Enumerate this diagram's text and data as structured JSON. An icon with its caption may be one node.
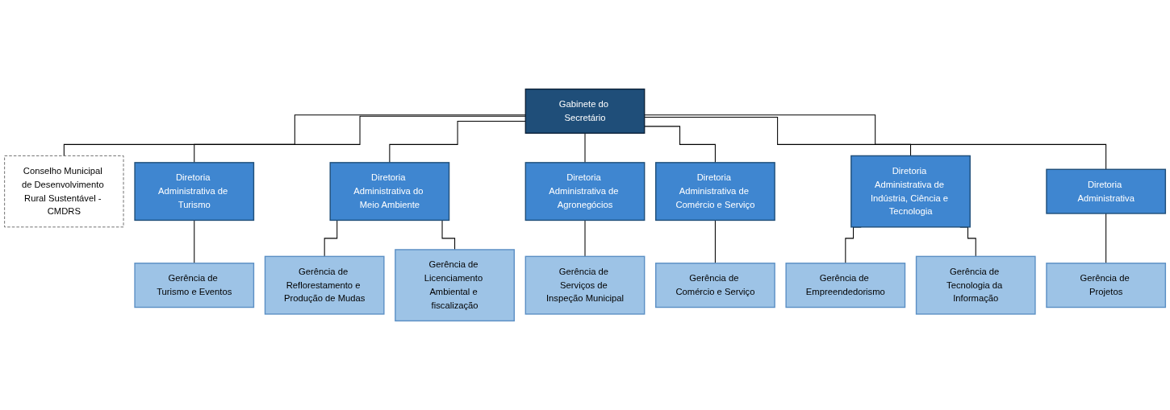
{
  "diagram": {
    "nodes": [
      {
        "text": [
          "Gabinete do Secretário"
        ]
      },
      {
        "text": [
          "Conselho Municipal de Desenvolvimento Rural Sustentável - CMDRS"
        ]
      },
      {
        "text": [
          "Diretoria Administrativa de Turismo"
        ]
      },
      {
        "text": [
          "Diretoria Administrativa do Meio Ambiente"
        ]
      },
      {
        "text": [
          "Diretoria Administrativa de Agronegócios"
        ]
      },
      {
        "text": [
          "Diretoria Administrativa de Comércio e Serviço"
        ]
      },
      {
        "text": [
          "Diretoria Administrativa de Indústria, Ciência e Tecnologia"
        ]
      },
      {
        "text": [
          "Diretoria Administrativa"
        ]
      },
      {
        "text": [
          "Gerência de Turismo e Eventos"
        ]
      },
      {
        "text": [
          "Gerência de Reflorestamento e Produção de Mudas"
        ]
      },
      {
        "text": [
          "Gerência de Licenciamento Ambiental e fiscalização"
        ]
      },
      {
        "text": [
          "Gerência de Serviços de Inspeção Municipal"
        ]
      },
      {
        "text": [
          "Gerência de Comércio e Serviço"
        ]
      },
      {
        "text": [
          "Gerência de Empreendedorismo"
        ]
      },
      {
        "text": [
          "Gerência de Tecnologia da Informação"
        ]
      },
      {
        "text": [
          "Gerência de Projetos"
        ]
      }
    ],
    "edges": [
      {
        "from": 0,
        "to": 1,
        "arrow": "none"
      },
      {
        "from": 0,
        "to": 2,
        "arrow": "none"
      },
      {
        "from": 0,
        "to": 3,
        "arrow": "none"
      },
      {
        "from": 0,
        "to": 4,
        "arrow": "none"
      },
      {
        "from": 0,
        "to": 5,
        "arrow": "none"
      },
      {
        "from": 0,
        "to": 6,
        "arrow": "none"
      },
      {
        "from": 0,
        "to": 7,
        "arrow": "none"
      },
      {
        "from": 2,
        "to": 8,
        "arrow": "none"
      },
      {
        "from": 3,
        "to": 9,
        "arrow": "none"
      },
      {
        "from": 3,
        "to": 10,
        "arrow": "none"
      },
      {
        "from": 4,
        "to": 11,
        "arrow": "none"
      },
      {
        "from": 5,
        "to": 12,
        "arrow": "none"
      },
      {
        "from": 6,
        "to": 13,
        "arrow": "none"
      },
      {
        "from": 6,
        "to": 14,
        "arrow": "none"
      },
      {
        "from": 7,
        "to": 15,
        "arrow": "none"
      }
    ]
  }
}
